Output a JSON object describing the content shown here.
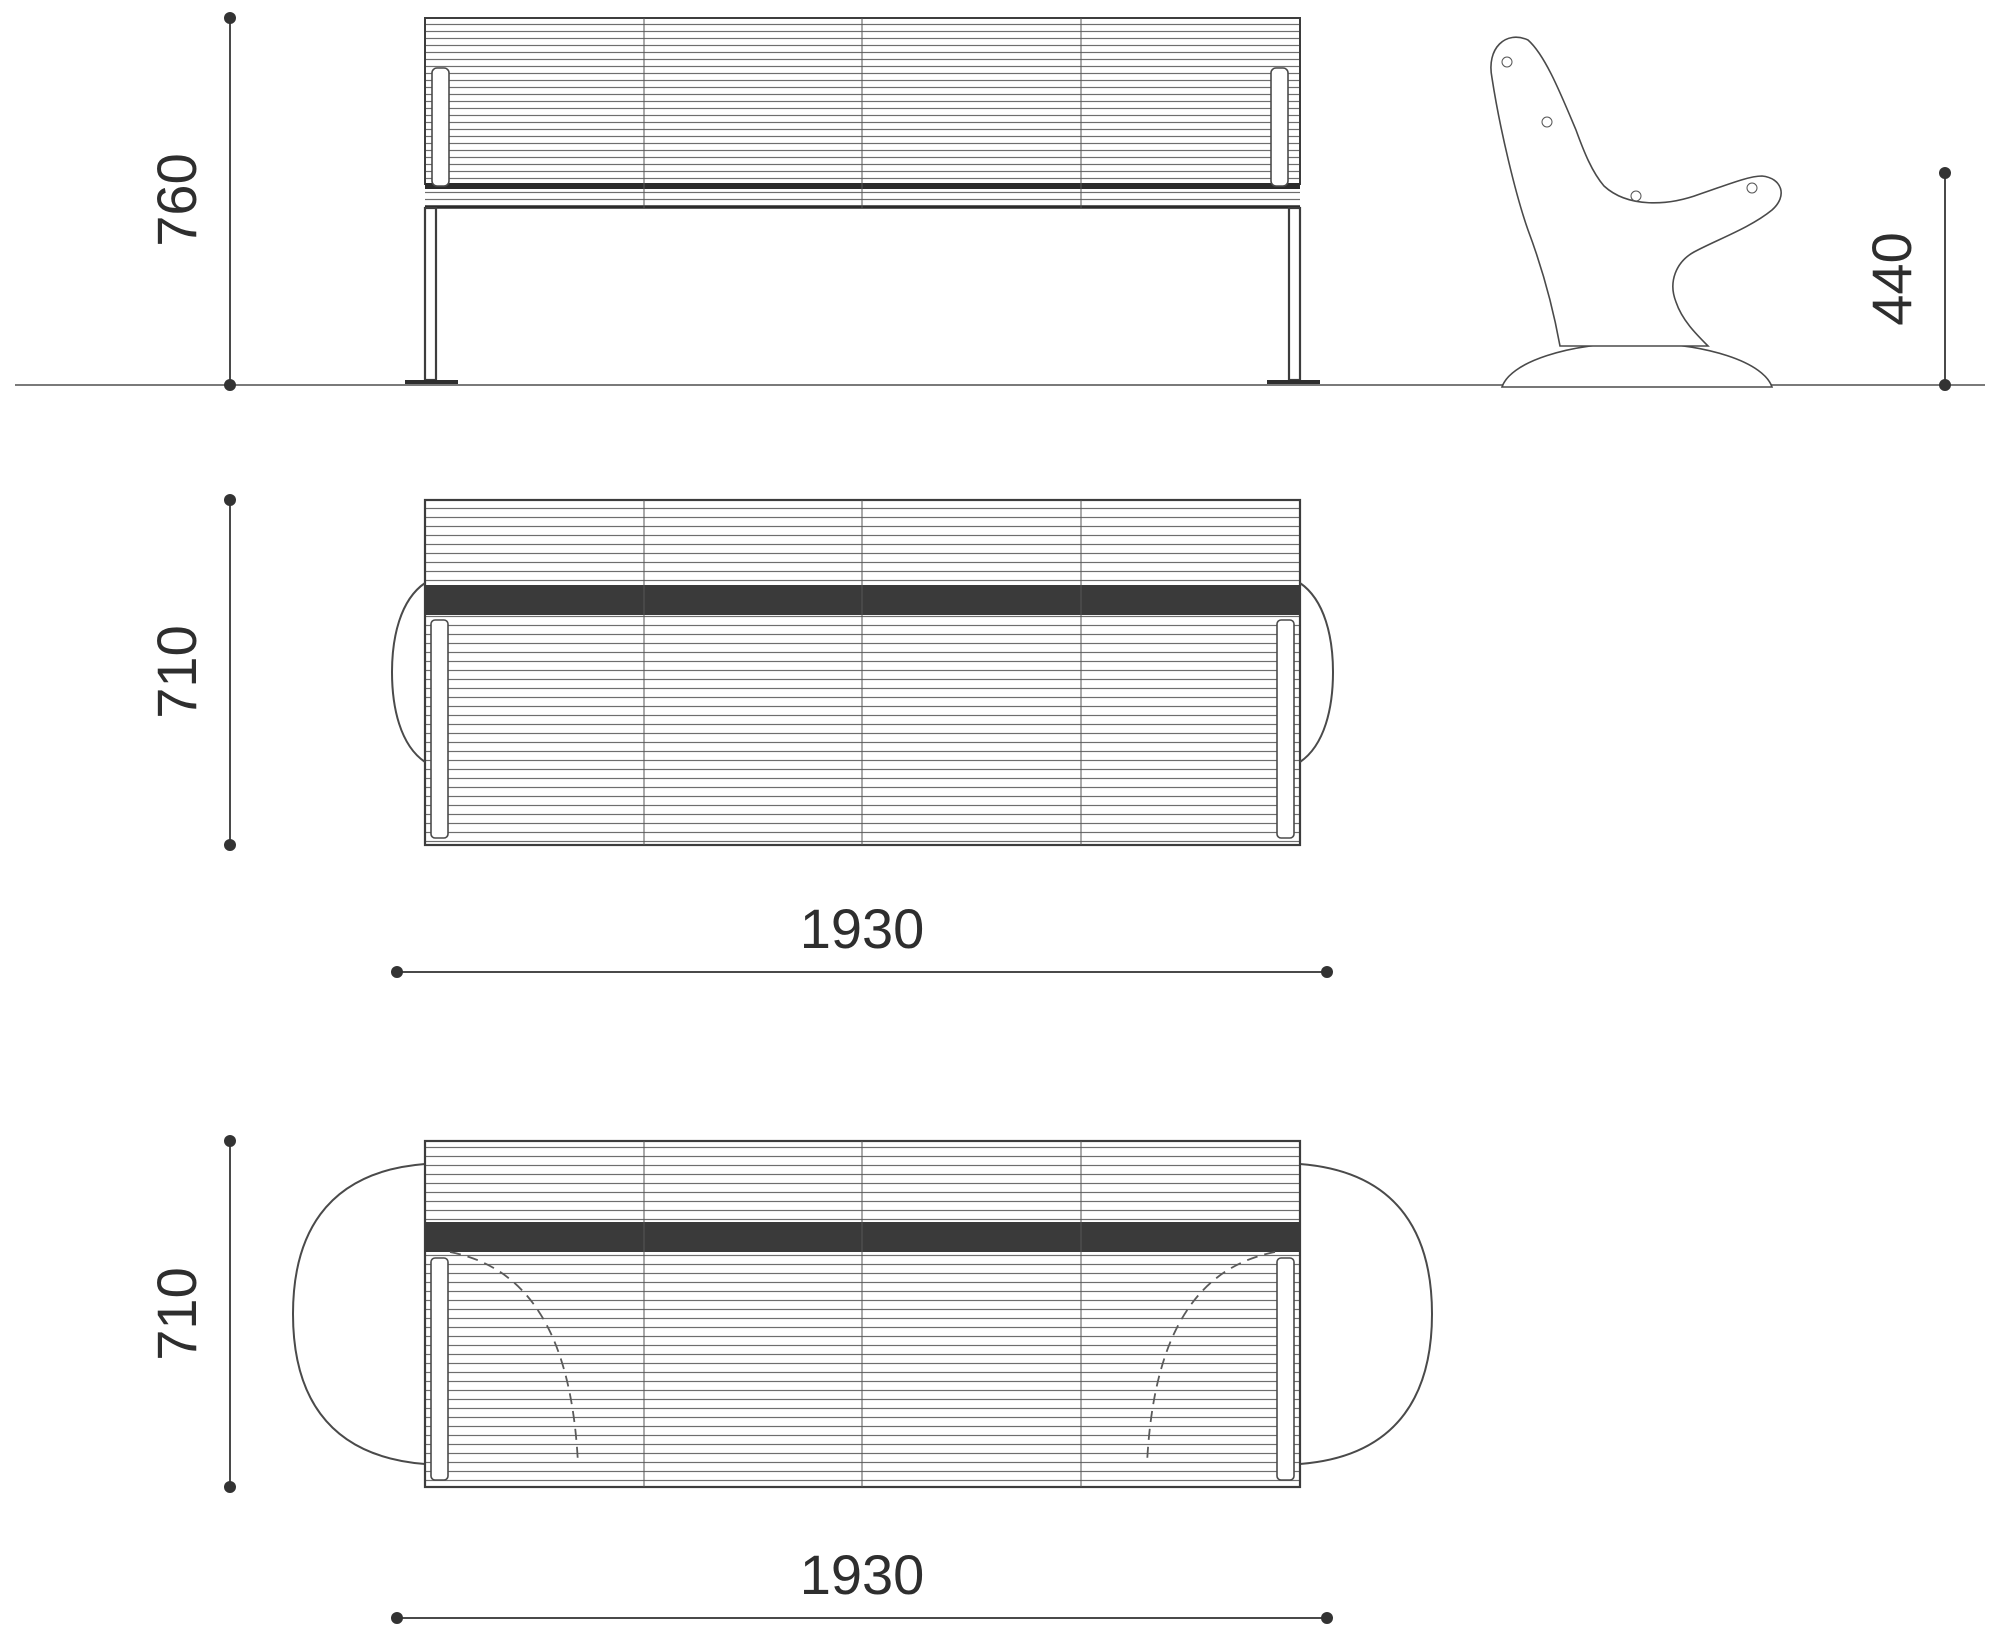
{
  "drawing": {
    "kind": "bench-technical-drawing-three-views",
    "colors": {
      "line": "#555555",
      "dark_band": "#3a3a3a",
      "text": "#2e2e2e"
    },
    "front_elevation": {
      "overall_height": "760",
      "seat_height": "440"
    },
    "plan_view_mid": {
      "depth": "710",
      "width": "1930"
    },
    "plan_view_bottom": {
      "depth": "710",
      "width": "1930"
    }
  }
}
